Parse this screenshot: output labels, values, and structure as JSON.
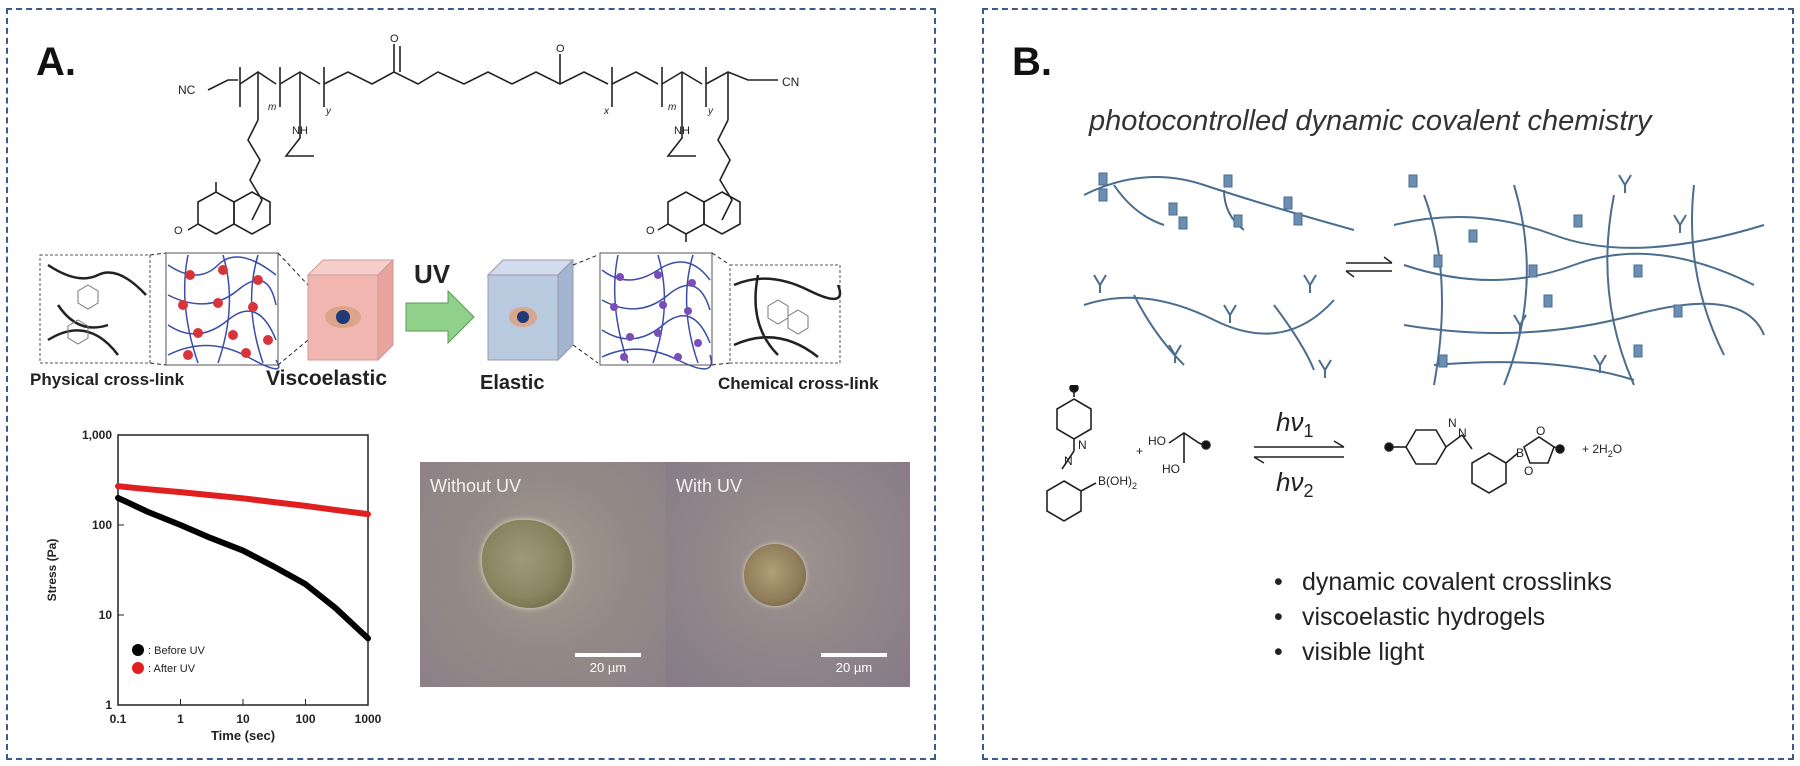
{
  "panel_a": {
    "label": "A.",
    "structure": {
      "end_group": "NC",
      "end_group_right": "CN",
      "amide_label": "NH",
      "index_m": "m",
      "index_y": "y",
      "index_x": "x",
      "carbonyl_o": "O",
      "ring_o": "O"
    },
    "scheme": {
      "physical_label": "Physical cross-link",
      "viscoelastic_label": "Viscoelastic",
      "arrow_label": "UV",
      "elastic_label": "Elastic",
      "chemical_label": "Chemical cross-link",
      "color_soft_cube": "#f2b6b0",
      "color_stiff_cube": "#b9c9de",
      "color_arrow": "#8fd08a"
    },
    "micrographs": {
      "left_label": "Without UV",
      "right_label": "With UV",
      "scale_left": "20 µm",
      "scale_right": "20 µm"
    }
  },
  "panel_b": {
    "label": "B.",
    "title": "photocontrolled dynamic covalent chemistry",
    "reaction": {
      "diol_ho_top": "HO",
      "diol_ho_bottom": "HO",
      "boronic_acid": "B(OH)",
      "boronic_sub": "2",
      "plus_1": "+",
      "plus_2": "+ 2H",
      "water_sub": "2",
      "water_o": "O",
      "azo_n": "N",
      "boron": "B",
      "boronate_o": "O",
      "h": "h",
      "nu": "ν",
      "sub1": "1",
      "sub2": "2"
    },
    "bullets": [
      "dynamic covalent crosslinks",
      "viscoelastic hydrogels",
      "visible light"
    ],
    "color_polymer": "#4a6d90"
  },
  "chart_data": {
    "type": "line",
    "xlabel": "Time (sec)",
    "ylabel": "Stress (Pa)",
    "x_scale": "log",
    "y_scale": "log",
    "xlim": [
      0.1,
      1000
    ],
    "ylim": [
      1,
      1000
    ],
    "x_ticks": [
      "0.1",
      "1",
      "10",
      "100",
      "1000"
    ],
    "y_ticks": [
      "1",
      "10",
      "100",
      "1,000"
    ],
    "legend_placement": "bottom-left",
    "series": [
      {
        "name": ": Before UV",
        "color": "#000000",
        "x": [
          0.1,
          0.3,
          1,
          3,
          10,
          30,
          100,
          300,
          1000
        ],
        "y": [
          200,
          140,
          100,
          72,
          52,
          35,
          22,
          12,
          5.5
        ]
      },
      {
        "name": ": After UV",
        "color": "#e02020",
        "x": [
          0.1,
          0.3,
          1,
          3,
          10,
          30,
          100,
          300,
          1000
        ],
        "y": [
          270,
          250,
          232,
          215,
          198,
          180,
          163,
          147,
          132
        ]
      }
    ]
  }
}
